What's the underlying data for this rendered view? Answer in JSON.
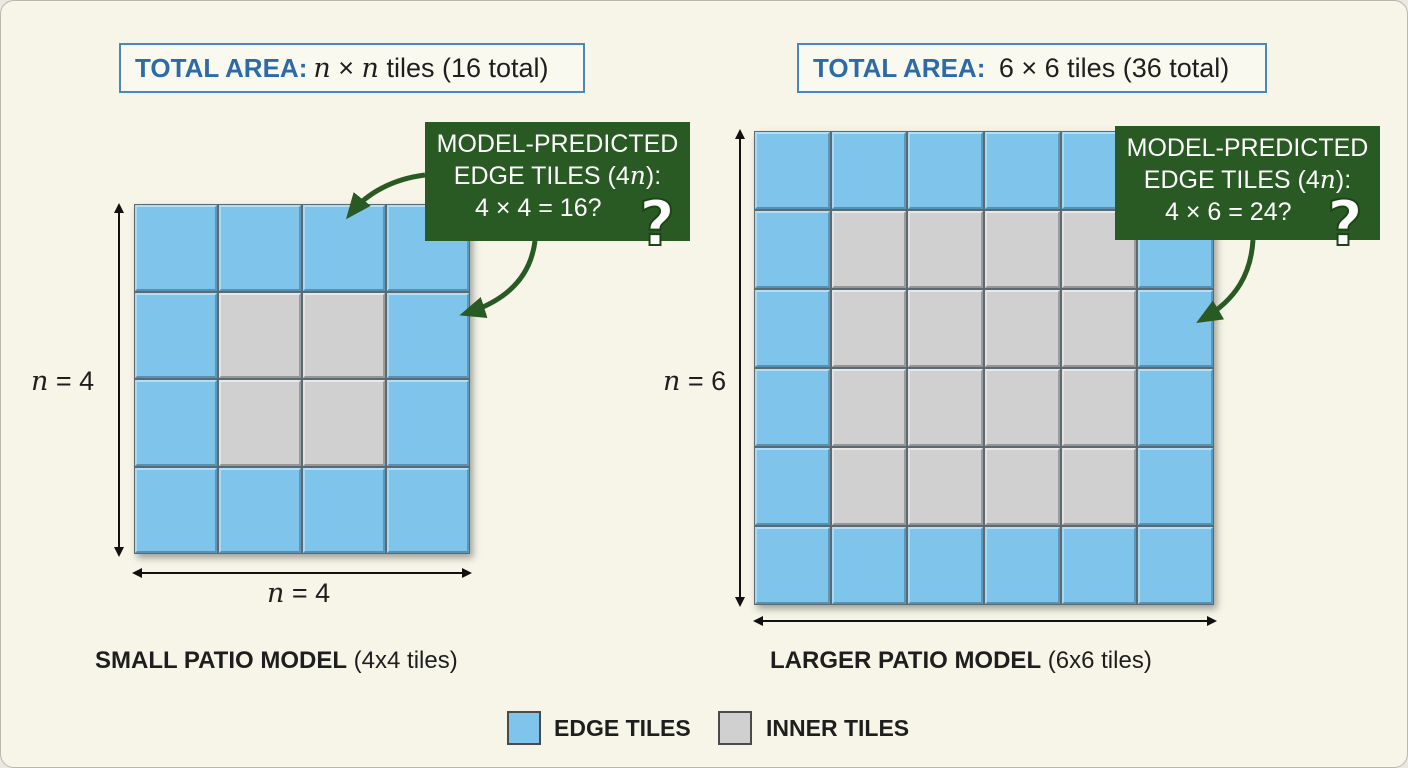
{
  "left": {
    "total_area": {
      "keyword": "TOTAL AREA:",
      "n1": "n",
      "times": " × ",
      "n2": "n",
      "suffix": " tiles (16 total)"
    },
    "callout": {
      "line1": "MODEL-PREDICTED",
      "line2_prefix": "EDGE TILES (4",
      "line2_var": "n",
      "line2_suffix": "):",
      "line3": "4 × 4 = 16?"
    },
    "side_label": {
      "var": "n",
      "value": " = 4"
    },
    "bottom_label": {
      "var": "n",
      "value": " = 4"
    },
    "caption": {
      "bold": "SMALL PATIO MODEL",
      "rest": " (4x4 tiles)"
    },
    "grid_size": 4
  },
  "right": {
    "total_area": {
      "keyword": "TOTAL AREA:",
      "text": " 6 × 6 tiles (36 total)"
    },
    "callout": {
      "line1": "MODEL-PREDICTED",
      "line2_prefix": "EDGE TILES (4",
      "line2_var": "n",
      "line2_suffix": "):",
      "line3": "4 × 6 = 24?"
    },
    "side_label": {
      "var": "n",
      "value": " = 6"
    },
    "caption": {
      "bold": "LARGER PATIO MODEL",
      "rest": " (6x6 tiles)"
    },
    "grid_size": 6
  },
  "question_mark": "?",
  "legend": {
    "edge": "EDGE TILES",
    "inner": "INNER TILES"
  },
  "colors": {
    "edge_tile": "#7fc4ea",
    "inner_tile": "#d0d0d0",
    "callout_bg": "#2a5a24",
    "arrow": "#2a5a24",
    "area_border": "#4a86bf",
    "area_keyword": "#2c6aa8"
  }
}
